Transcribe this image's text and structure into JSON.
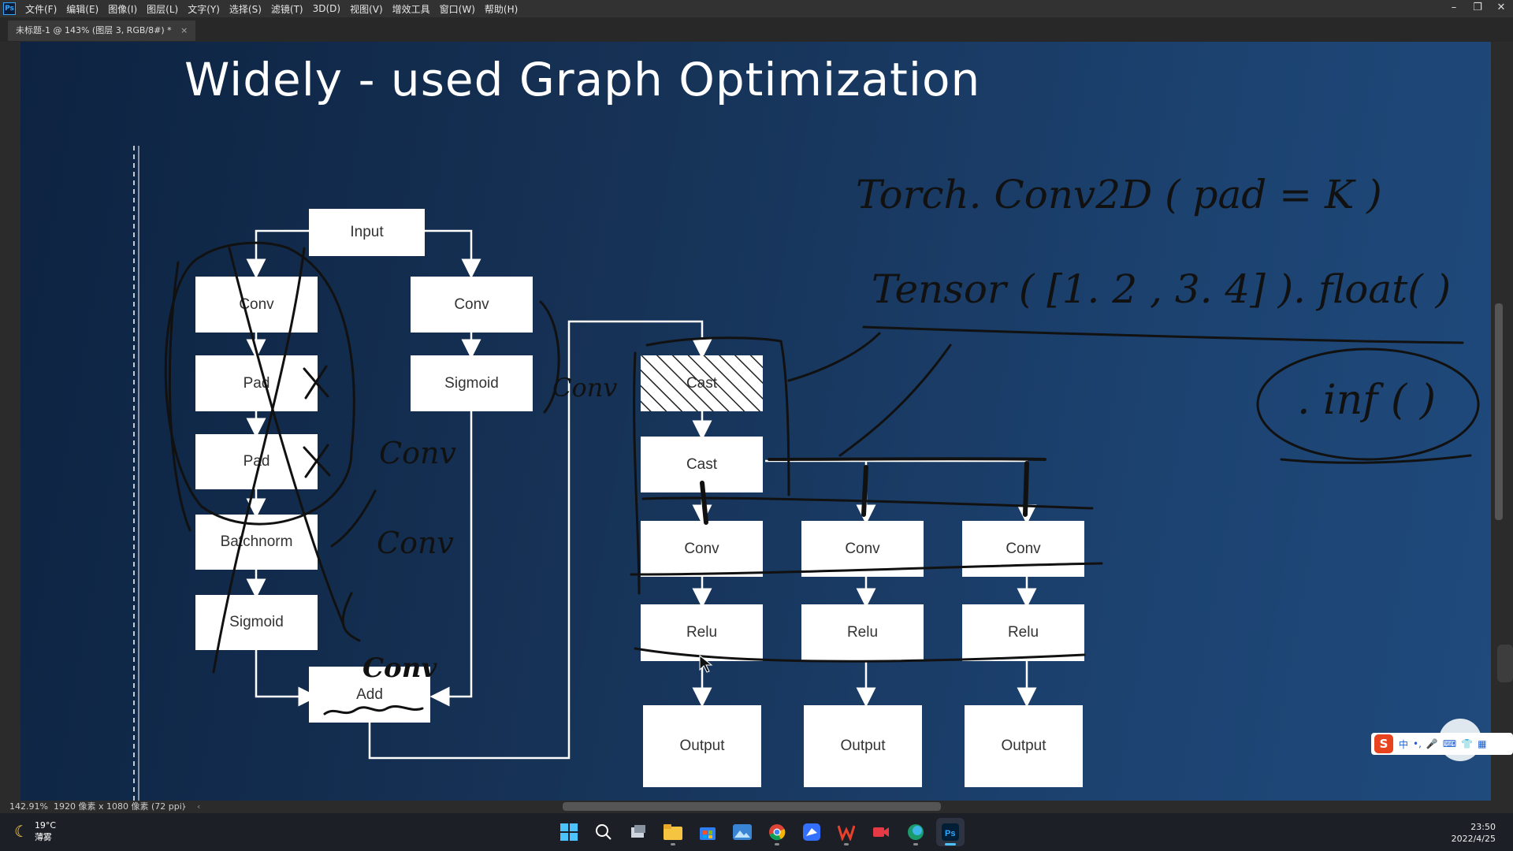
{
  "app": {
    "logo": "Ps",
    "menu": [
      "文件(F)",
      "编辑(E)",
      "图像(I)",
      "图层(L)",
      "文字(Y)",
      "选择(S)",
      "滤镜(T)",
      "3D(D)",
      "视图(V)",
      "增效工具",
      "窗口(W)",
      "帮助(H)"
    ],
    "window_controls": [
      "–",
      "❐",
      "✕"
    ]
  },
  "document_tab": {
    "title": "未标题-1 @ 143% (图层 3, RGB/8#) *",
    "close": "×"
  },
  "slide": {
    "title": "Widely - used Graph Optimization",
    "nodes": {
      "input": "Input",
      "conv_a": "Conv",
      "pad_a": "Pad",
      "pad_b": "Pad",
      "batchnorm": "Batchnorm",
      "sigmoid_a": "Sigmoid",
      "conv_b": "Conv",
      "sigmoid_b": "Sigmoid",
      "add": "Add",
      "cast_a": "Cast",
      "cast_b": "Cast",
      "conv_c": "Conv",
      "conv_d": "Conv",
      "conv_e": "Conv",
      "relu_a": "Relu",
      "relu_b": "Relu",
      "relu_c": "Relu",
      "output_a": "Output",
      "output_b": "Output",
      "output_c": "Output"
    },
    "handwriting": {
      "line1": "Torch. Conv2D ( pad = K )",
      "line2": "Tensor ( [1. 2 , 3. 4] ). float( )",
      "line3": ". inf ( )",
      "conv_note_1": "Conv",
      "conv_note_2": "Conv",
      "conv_note_3": "Conv",
      "conv_note_4": "Conv",
      "x_mark": "X"
    }
  },
  "status": {
    "zoom": "142.91%",
    "dimensions": "1920 像素 x 1080 像素 (72 ppi)",
    "arrow": "›",
    "arrow2": "‹"
  },
  "taskbar": {
    "weather_temp": "19°C",
    "weather_desc": "薄雾",
    "time": "23:50",
    "date": "2022/4/25",
    "icons": [
      "windows-start-icon",
      "search-icon",
      "task-view-icon",
      "file-explorer-icon",
      "store-icon",
      "photos-icon",
      "chrome-icon",
      "feishu-icon",
      "wps-icon",
      "recorder-icon",
      "edge-icon",
      "photoshop-icon"
    ]
  },
  "ime": {
    "logo": "S",
    "items": [
      "中",
      "•,",
      "🎤",
      "⌨",
      "👕",
      "▦"
    ]
  }
}
